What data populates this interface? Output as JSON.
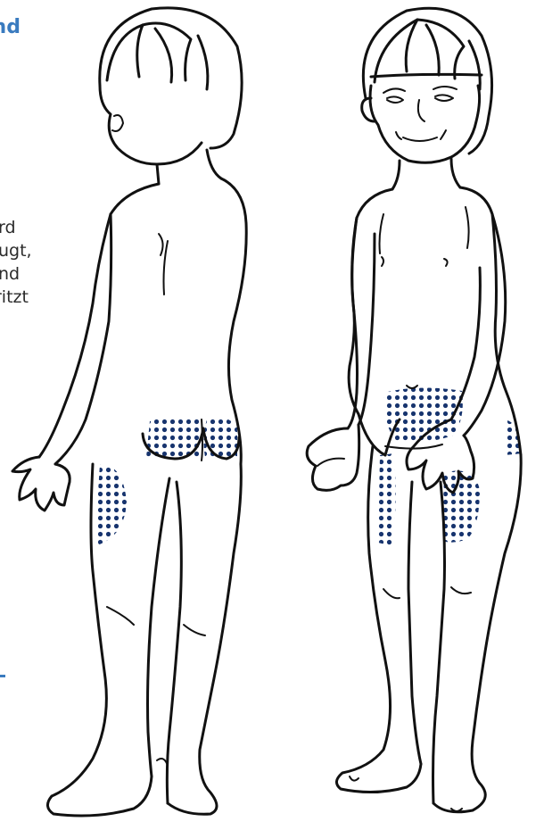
{
  "heading_fragment": "ind",
  "text_fragments": [
    "rd",
    "ugt,",
    "nd",
    "ritzt"
  ],
  "colors": {
    "heading": "#3a7bbf",
    "dots": "#17346e",
    "line": "#111111",
    "text": "#2b2b2b"
  },
  "figures": [
    {
      "view": "back",
      "zones": [
        "buttocks",
        "outer-thigh"
      ]
    },
    {
      "view": "front",
      "zones": [
        "lower-abdomen",
        "front-thigh"
      ]
    }
  ]
}
